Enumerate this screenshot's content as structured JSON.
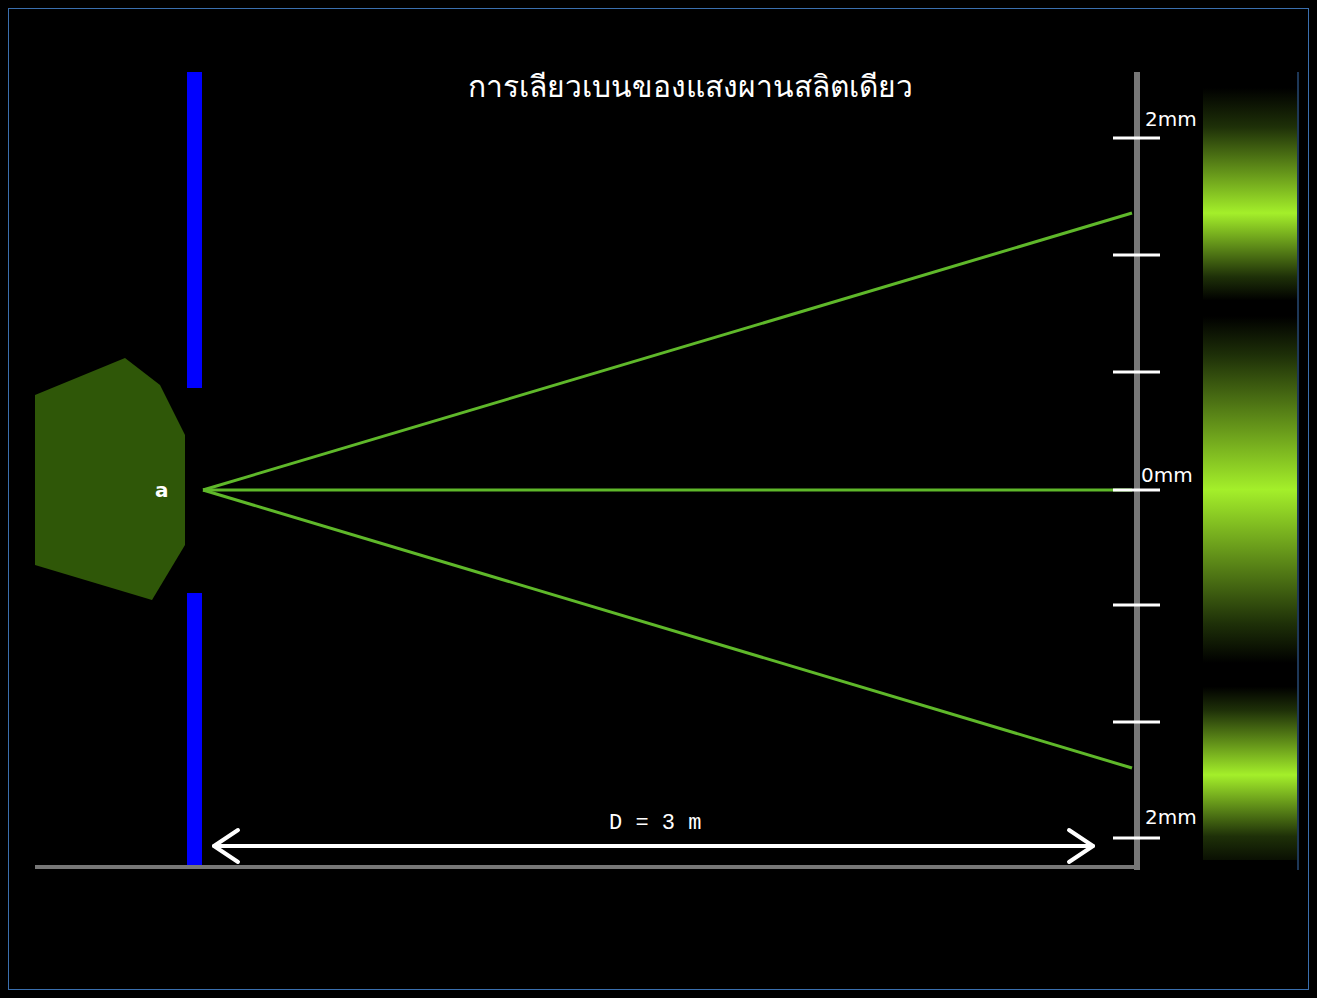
{
  "diagram": {
    "title": "การเลียวเบนของแสงผานสลิตเดียว",
    "labels": [
      "a",
      "2mm",
      "0mm",
      "2mm",
      "D = 3 m"
    ]
  }
}
